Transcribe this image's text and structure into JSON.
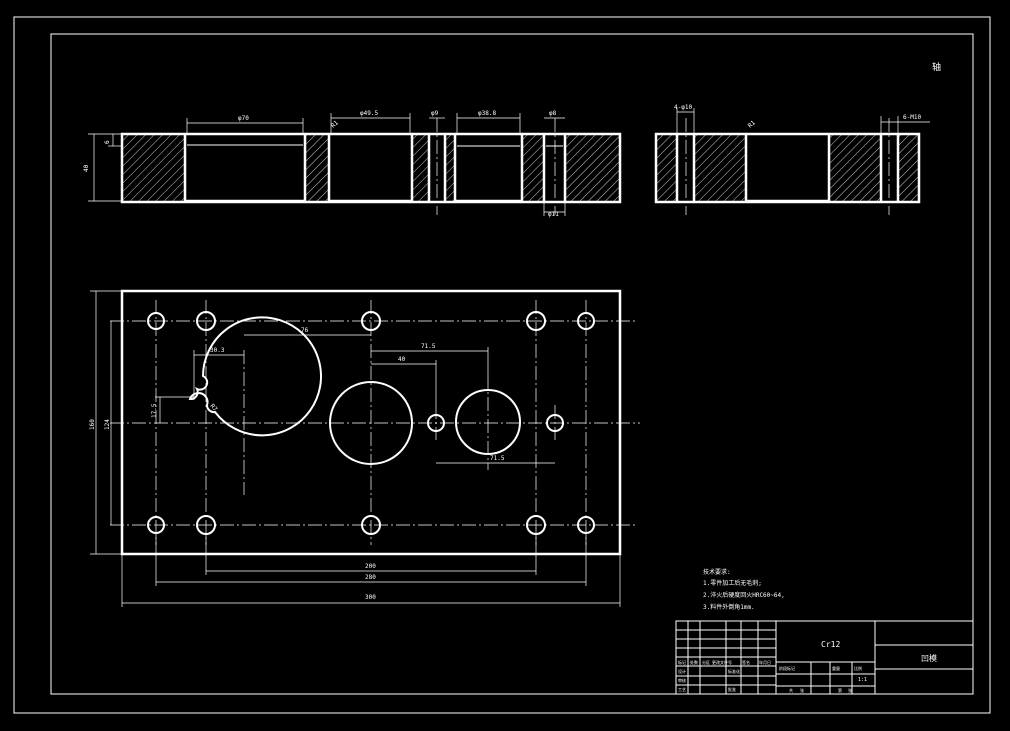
{
  "page": {
    "corner_label": "轴"
  },
  "front_view": {
    "dims": {
      "d70": "φ70",
      "d49_5": "φ49.5",
      "d9": "φ9",
      "d38_8": "φ38.8",
      "d8": "φ8",
      "d11": "φ11",
      "r1": "R1",
      "height": "40",
      "depth": "6"
    }
  },
  "side_view": {
    "dims": {
      "holes_left": "4-φ10",
      "holes_right": "6-M10",
      "r1": "R1"
    }
  },
  "plan_view": {
    "dims": {
      "d76": "76",
      "d30_3": "30.3",
      "d40": "40",
      "d71_5": "71.5",
      "d17_5": "17.5",
      "r7": "R7",
      "d160": "160",
      "d124": "124",
      "d200": "200",
      "d280": "280",
      "d300": "300",
      "d71_5_lower": "71.5"
    }
  },
  "notes": {
    "title": "技术要求:",
    "items": [
      "1.零件加工后无毛刺;",
      "2.淬火后硬度回火HRC60~64,",
      "3.料件外倒角1mm."
    ]
  },
  "title_block": {
    "material": "Cr12",
    "part_name": "凹模",
    "labels": [
      "标记",
      "处数",
      "分区",
      "更改文件号",
      "签名",
      "年月日",
      "设计",
      "标准化",
      "阶段标记",
      "重量",
      "比例",
      "审核",
      "工艺",
      "批准",
      "共",
      "张",
      "第",
      "张"
    ],
    "scale": "1:1"
  }
}
